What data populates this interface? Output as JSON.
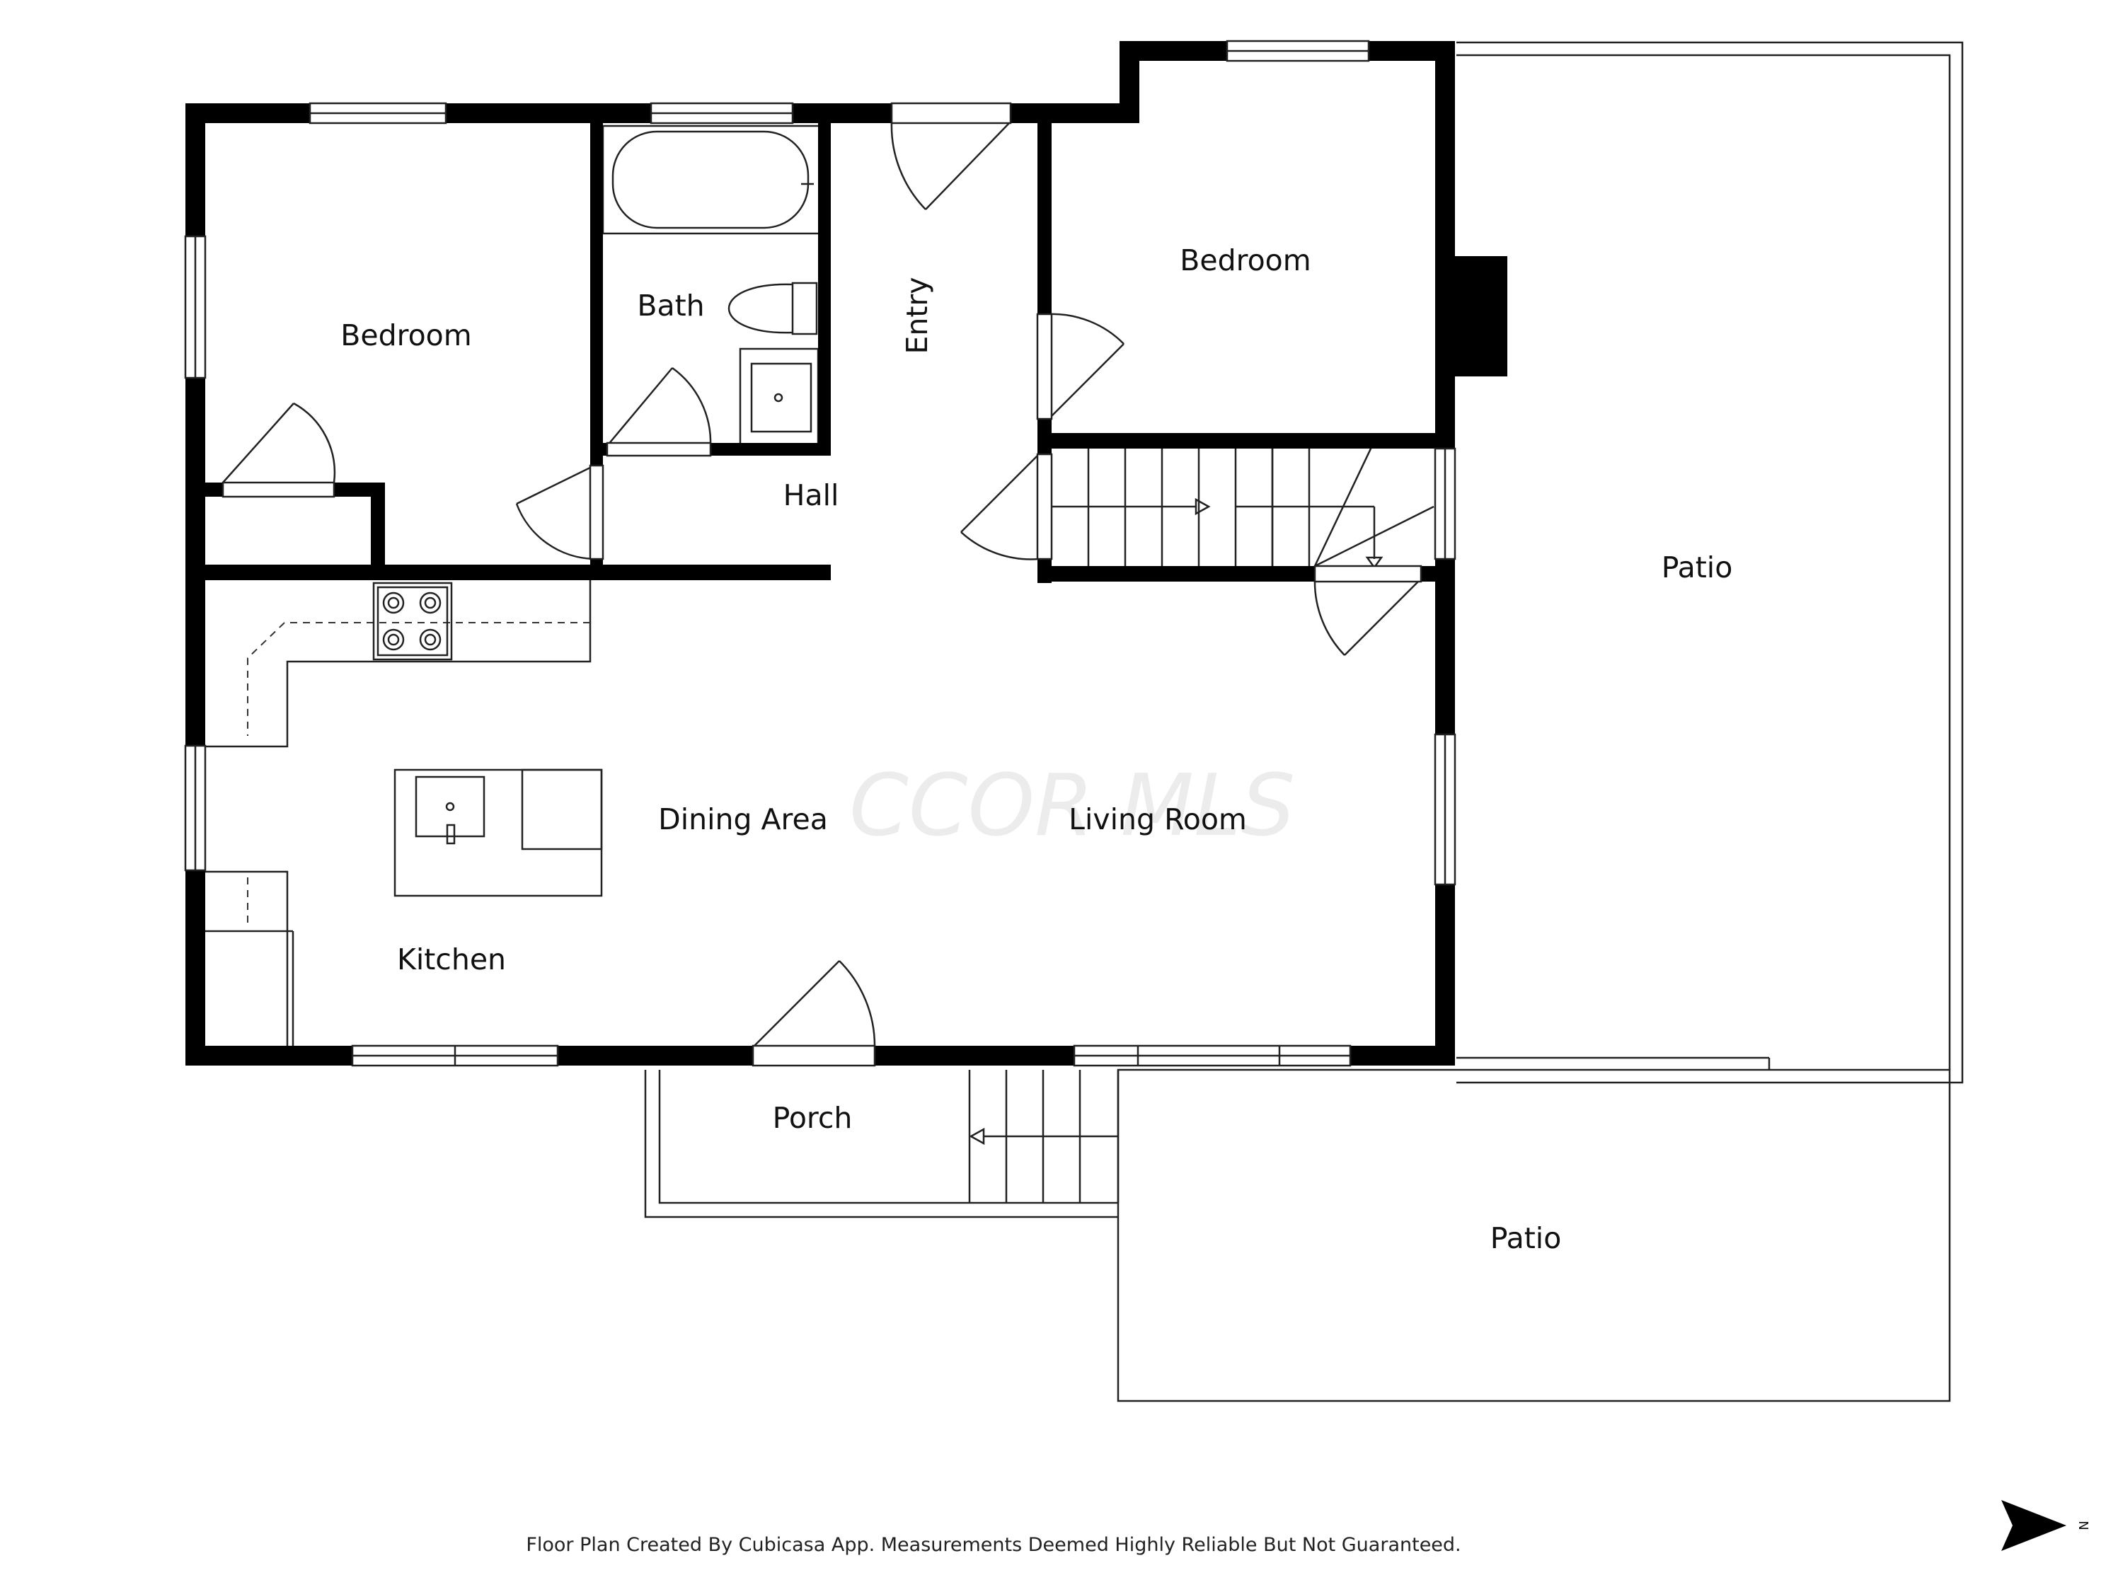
{
  "rooms": {
    "bedroom_left": "Bedroom",
    "bath": "Bath",
    "entry": "Entry",
    "bedroom_right": "Bedroom",
    "hall": "Hall",
    "patio_right": "Patio",
    "dining_area": "Dining Area",
    "living_room": "Living Room",
    "kitchen": "Kitchen",
    "porch": "Porch",
    "patio_bottom": "Patio"
  },
  "watermark": "CCOR MLS",
  "footer": "Floor Plan Created By Cubicasa App. Measurements Deemed Highly Reliable But Not Guaranteed.",
  "compass": {
    "letter": "N",
    "icon": "north-arrow-icon"
  },
  "colors": {
    "wall": "#000000",
    "line": "#222222",
    "background": "#ffffff"
  }
}
